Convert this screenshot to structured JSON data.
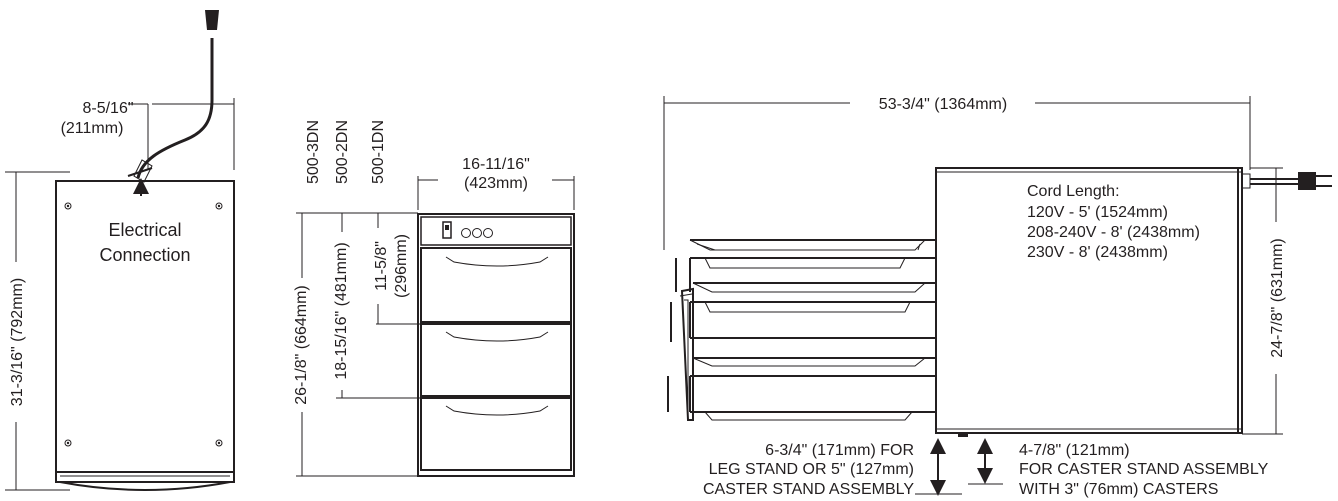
{
  "side_view": {
    "width_dim_in": "8-5/16\"",
    "width_dim_mm": "(211mm)",
    "label_line1": "Electrical",
    "label_line2": "Connection",
    "height_dim": "31-3/16\" (792mm)"
  },
  "front_view": {
    "width_dim_in": "16-11/16\"",
    "width_dim_mm": "(423mm)",
    "models": [
      "500-3DN",
      "500-2DN",
      "500-1DN"
    ],
    "dims": [
      "26-1/8\" (664mm)",
      "18-15/16\" (481mm)",
      "11-5/8\""
    ],
    "dim_small_mm": "(296mm)"
  },
  "open_view": {
    "width_dim": "53-3/4\" (1364mm)",
    "cord_title": "Cord Length:",
    "cord_lines": [
      "120V - 5' (1524mm)",
      "208-240V - 8' (2438mm)",
      "230V - 8' (2438mm)"
    ],
    "height_dim": "24-7/8\" (631mm)",
    "leg_note": [
      "6-3/4\" (171mm) FOR",
      "LEG STAND OR 5\" (127mm)",
      "CASTER STAND ASSEMBLY"
    ],
    "caster_note": [
      "4-7/8\" (121mm)",
      "FOR CASTER STAND ASSEMBLY",
      "WITH 3\" (76mm) CASTERS"
    ]
  }
}
